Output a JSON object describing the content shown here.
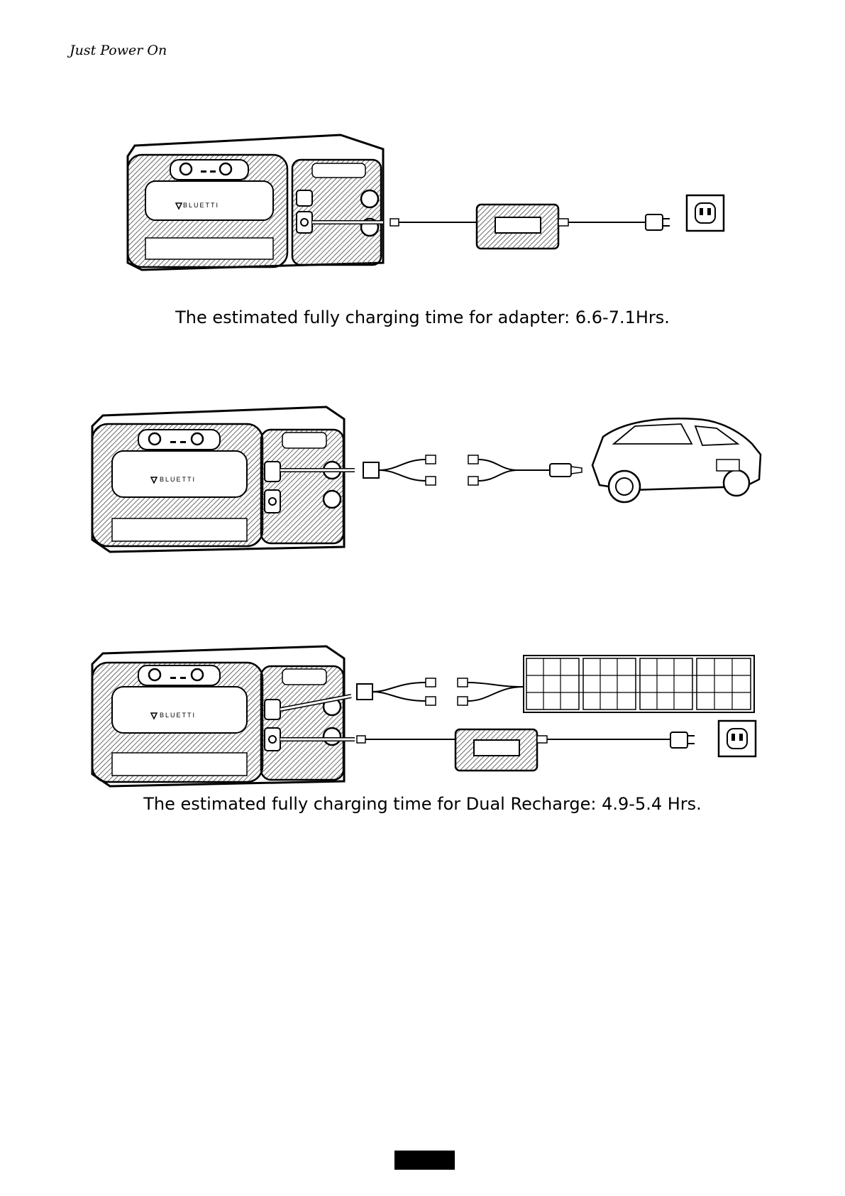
{
  "header": {
    "tagline": "Just Power On"
  },
  "brand": {
    "logo_text": "BLUETTI"
  },
  "figures": [
    {
      "name": "adapter-charging",
      "caption": "The estimated fully charging time for adapter: 6.6-7.1Hrs."
    },
    {
      "name": "car-charging",
      "caption": ""
    },
    {
      "name": "dual-recharge",
      "caption": "The estimated fully charging time for Dual Recharge: 4.9-5.4 Hrs."
    }
  ],
  "colors": {
    "ink": "#000000",
    "hatch": "#555555",
    "paper": "#ffffff"
  }
}
